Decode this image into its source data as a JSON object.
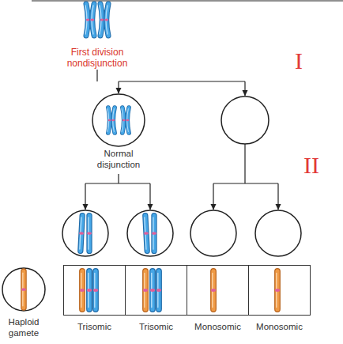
{
  "diagram": {
    "nodes": [
      {
        "text": [
          "Normal disjunction"
        ]
      },
      {
        "text": [
          "Haploid gamete"
        ]
      },
      {
        "text": [
          "Trisomic"
        ]
      },
      {
        "text": [
          "Trisomic"
        ]
      },
      {
        "text": [
          "Monosomic"
        ]
      },
      {
        "text": [
          "Monosomic"
        ]
      }
    ],
    "labels": [
      "First division nondisjunction",
      "I",
      "II"
    ]
  }
}
